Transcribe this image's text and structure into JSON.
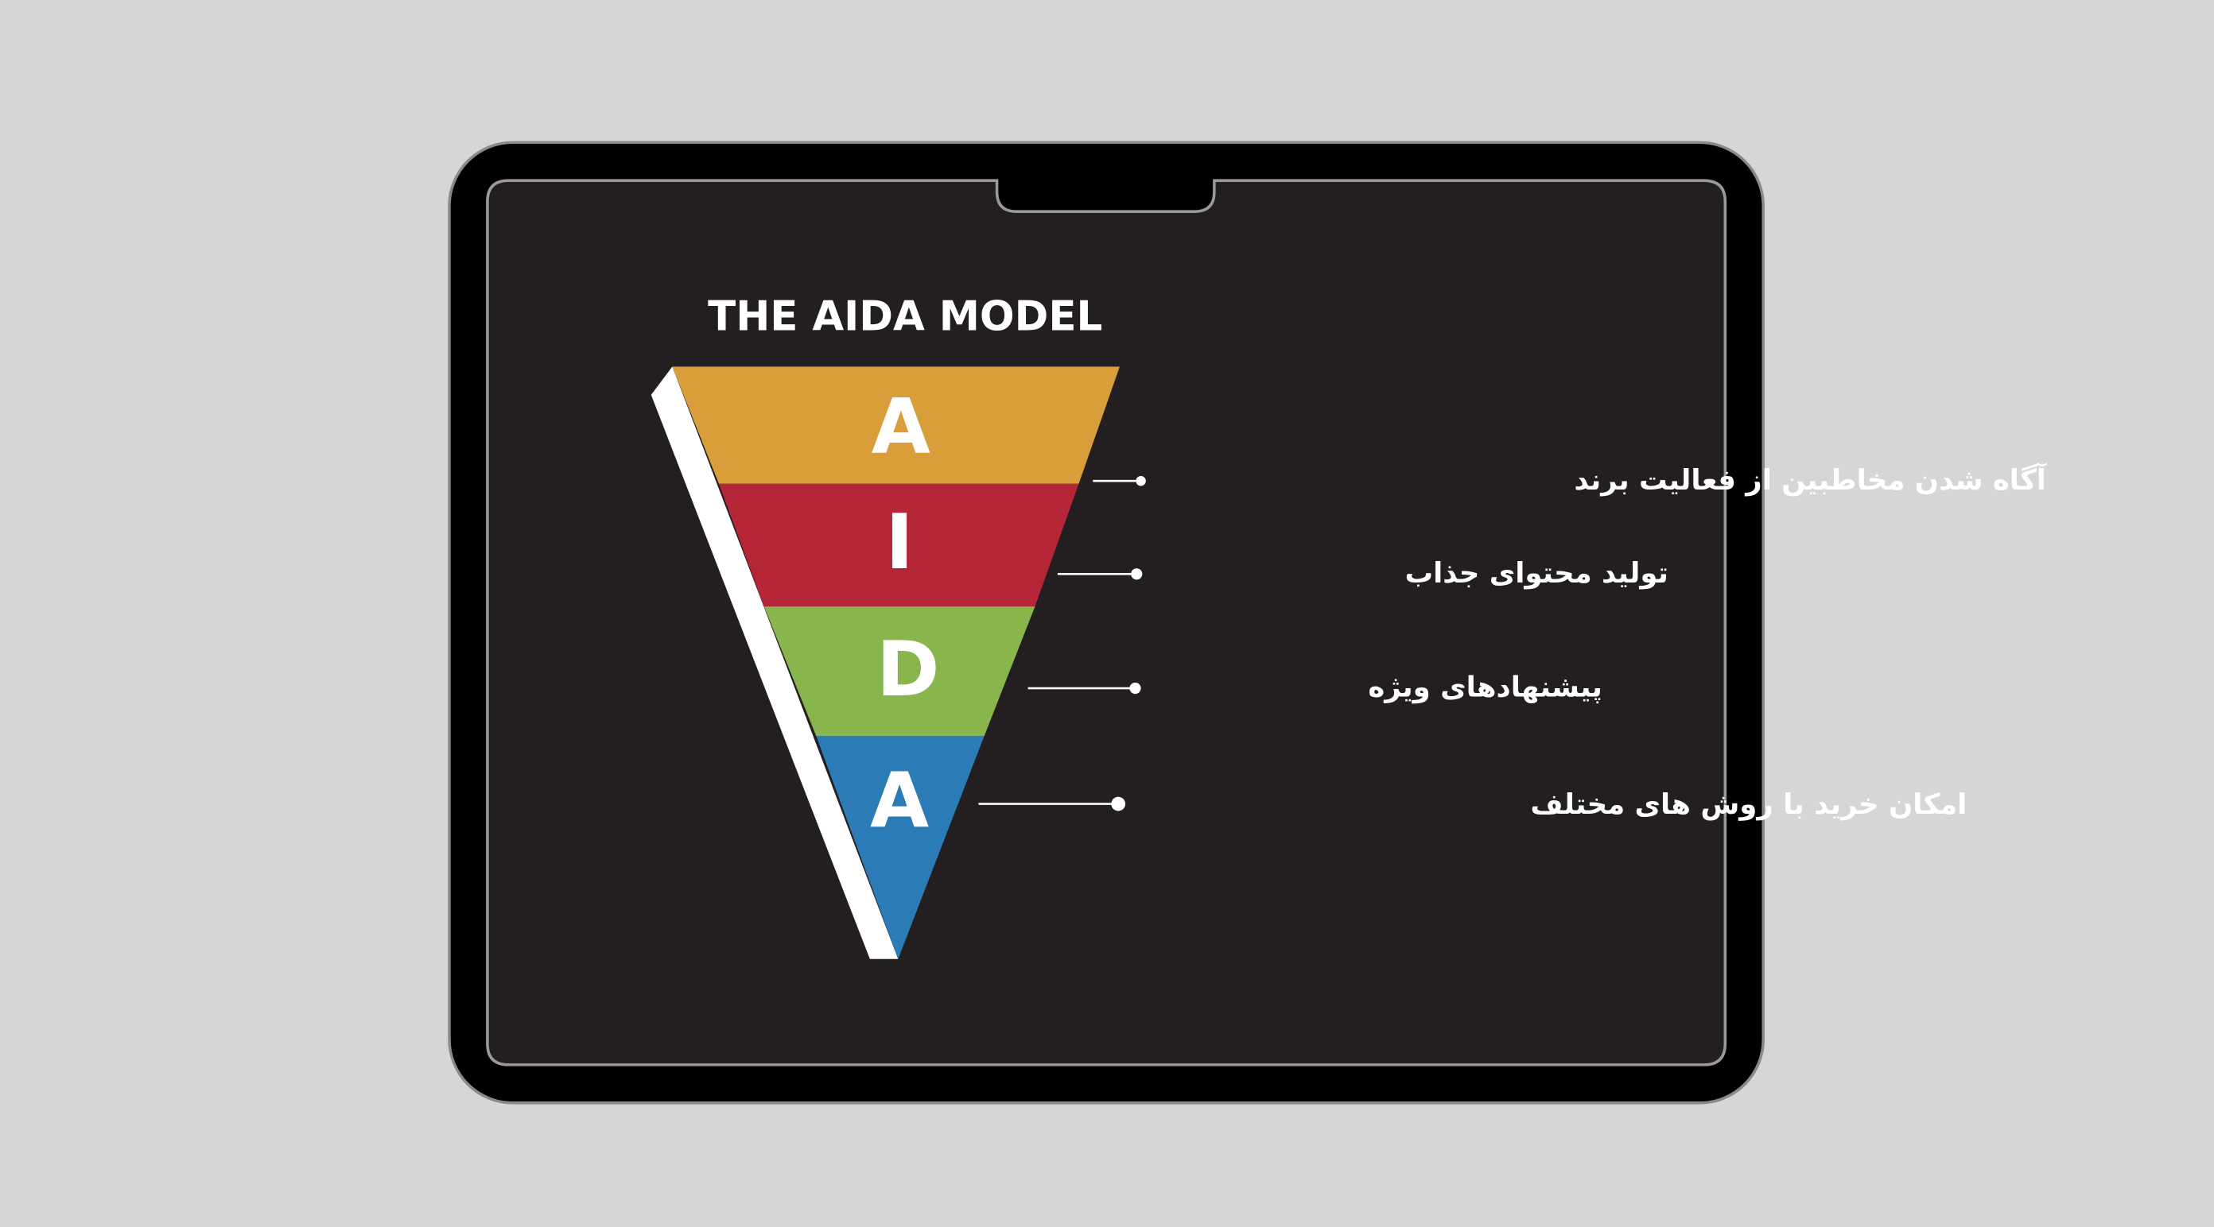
{
  "title": "THE AIDA MODEL",
  "colors": {
    "background": "#d6d6d6",
    "screen": "#231f20",
    "attention": "#d99d3a",
    "interest": "#b72538",
    "desire": "#88b54c",
    "action": "#2a7bb6"
  },
  "stages": [
    {
      "letter": "A",
      "label": "آگاه شدن مخاطبین از فعالیت برند"
    },
    {
      "letter": "I",
      "label": "تولید محتوای جذاب"
    },
    {
      "letter": "D",
      "label": "پیشنهادهای ویژه"
    },
    {
      "letter": "A",
      "label": "امکان خرید با روش های مختلف"
    }
  ]
}
